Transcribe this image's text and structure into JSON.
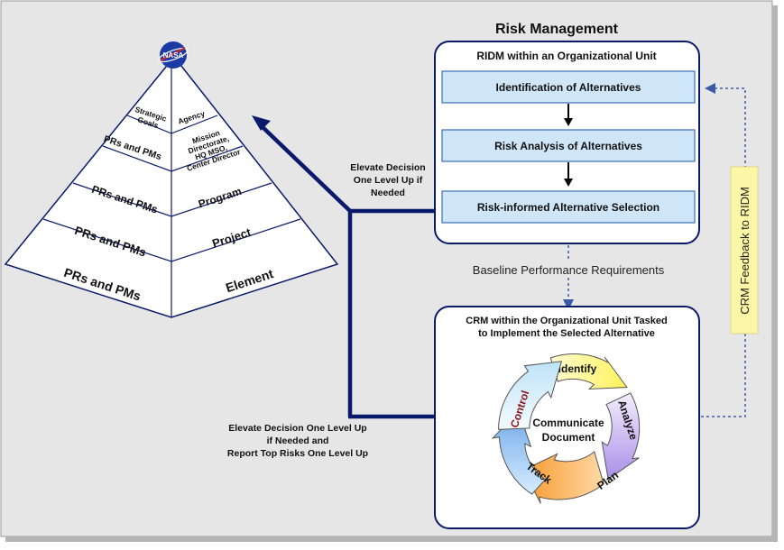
{
  "title": "Risk Management",
  "ridm": {
    "title": "RIDM within an Organizational Unit",
    "steps": [
      "Identification of Alternatives",
      "Risk Analysis of Alternatives",
      "Risk-informed Alternative Selection"
    ]
  },
  "baseline": "Baseline Performance Requirements",
  "crm": {
    "title_line1": "CRM within the Organizational Unit Tasked",
    "title_line2": "to Implement the Selected Alternative",
    "center_line1": "Communicate",
    "center_line2": "Document",
    "cycle": [
      "Identify",
      "Analyze",
      "Plan",
      "Track",
      "Control"
    ]
  },
  "feedback": "CRM Feedback to RIDM",
  "elevate_top": [
    "Elevate Decision",
    "One Level Up if",
    "Needed"
  ],
  "elevate_bottom": [
    "Elevate Decision One Level Up",
    "if Needed and",
    "Report Top Risks One Level Up"
  ],
  "pyramid": {
    "logo": "NASA",
    "levels": [
      {
        "left": [
          "Strategic",
          "Goals"
        ],
        "right": [
          "Agency"
        ]
      },
      {
        "left": [
          "PRs and PMs"
        ],
        "right": [
          "Mission",
          "Directorate,",
          "HQ MSO,",
          "Center Director"
        ]
      },
      {
        "left": [
          "PRs and PMs"
        ],
        "right": [
          "Program"
        ]
      },
      {
        "left": [
          "PRs and PMs"
        ],
        "right": [
          "Project"
        ]
      },
      {
        "left": [
          "PRs and PMs"
        ],
        "right": [
          "Element"
        ]
      }
    ]
  },
  "colors": {
    "background": "#e6e6e6",
    "navy": "#0a1a6b",
    "step_fill": "#cfe6f8",
    "feedback_fill": "#fcf7a6"
  }
}
